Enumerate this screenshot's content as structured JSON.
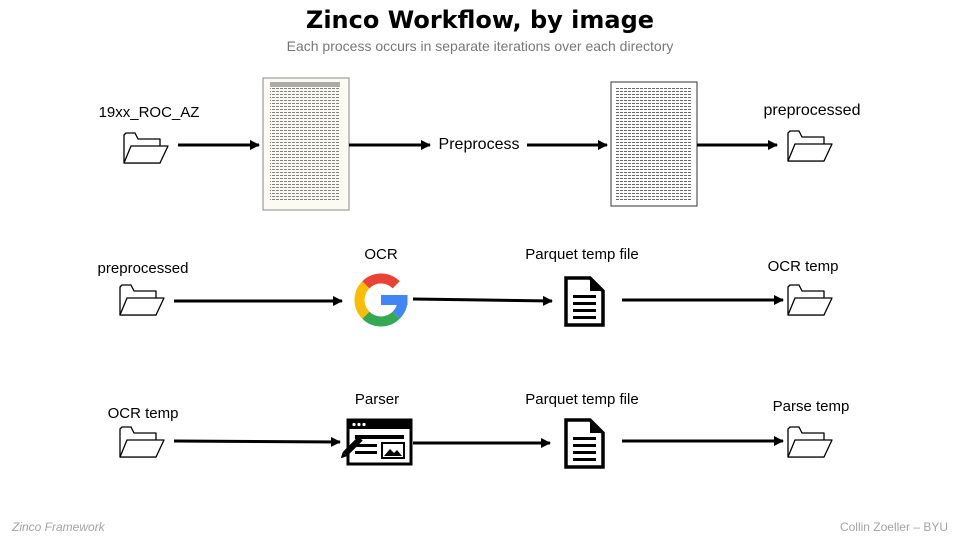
{
  "header": {
    "title": "Zinco Workflow, by image",
    "subtitle": "Each process occurs in separate iterations over each directory"
  },
  "rows": [
    {
      "source": "19xx_ROC_AZ",
      "step": "Preprocess",
      "target": "preprocessed"
    },
    {
      "source": "preprocessed",
      "step": "OCR",
      "intermediate": "Parquet temp file",
      "target": "OCR temp"
    },
    {
      "source": "OCR temp",
      "step": "Parser",
      "intermediate": "Parquet temp file",
      "target": "Parse temp"
    }
  ],
  "footer": {
    "left": "Zinco Framework",
    "right": "Collin Zoeller – BYU"
  },
  "colors": {
    "google_blue": "#4285F4",
    "google_red": "#EA4335",
    "google_yellow": "#FBBC05",
    "google_green": "#34A853"
  }
}
